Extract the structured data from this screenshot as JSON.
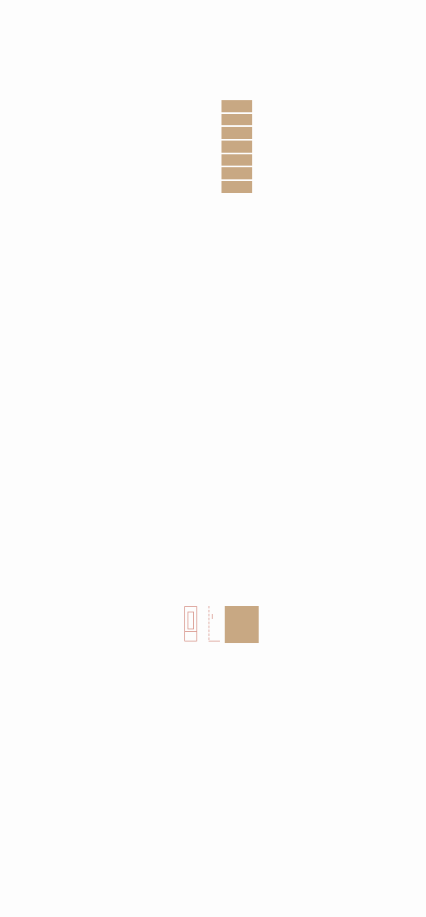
{
  "colors": {
    "background": "#fdfdfd",
    "accent": "#c8a883",
    "stroke": "#d99a90"
  },
  "menu": {
    "items": [
      {
        "icon": "tile"
      },
      {
        "icon": "tile"
      },
      {
        "icon": "tile"
      },
      {
        "icon": "tile"
      },
      {
        "icon": "tile"
      },
      {
        "icon": "tile"
      },
      {
        "icon": "tile"
      }
    ]
  },
  "toolbar": {
    "icons": [
      "phone-icon",
      "document-icon",
      "color-swatch"
    ]
  }
}
